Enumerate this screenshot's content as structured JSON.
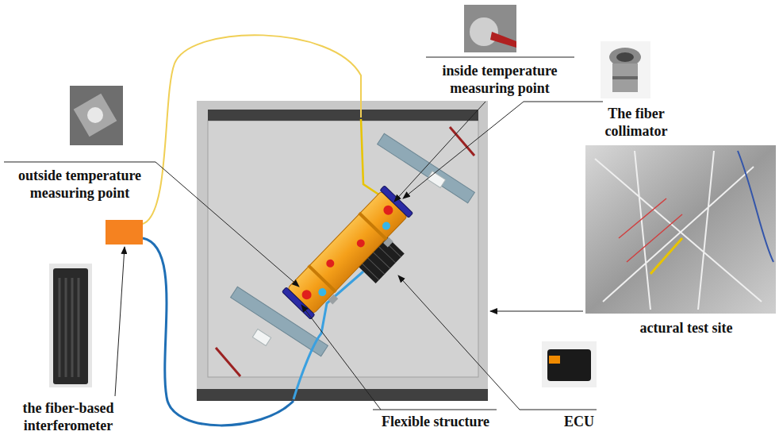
{
  "diagram": {
    "labels": [
      "inside temperature measuring point",
      "The fiber collimator",
      "outside temperature measuring point",
      "actural test site",
      "the fiber-based interferometer",
      "Flexible structure",
      "ECU"
    ]
  }
}
